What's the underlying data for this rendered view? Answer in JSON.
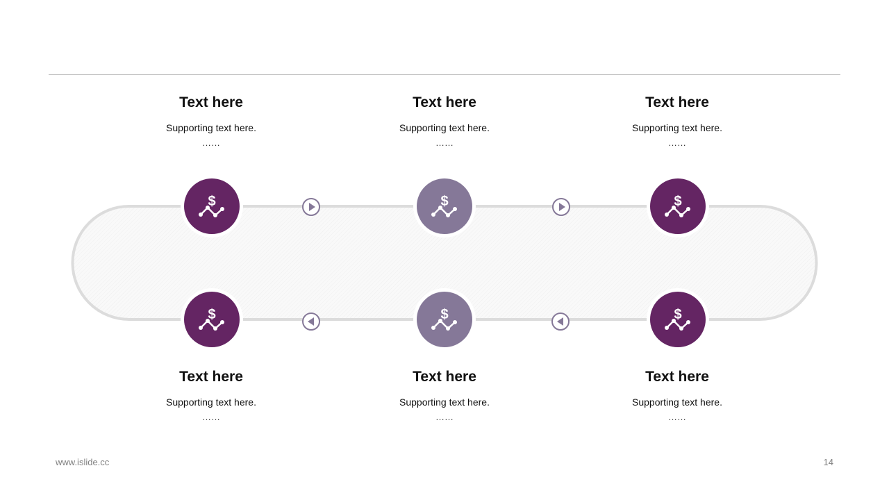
{
  "colors": {
    "dark_purple": "#642563",
    "light_purple": "#857898",
    "track": "#dcdcdc",
    "arrow": "#857898"
  },
  "top_items": [
    {
      "title": "Text here",
      "subtitle": "Supporting text here.",
      "dots": "……",
      "icon": "dollar-chart-icon",
      "tone": "dark"
    },
    {
      "title": "Text here",
      "subtitle": "Supporting text here.",
      "dots": "……",
      "icon": "dollar-chart-icon",
      "tone": "light"
    },
    {
      "title": "Text here",
      "subtitle": "Supporting text here.",
      "dots": "……",
      "icon": "dollar-chart-icon",
      "tone": "dark"
    }
  ],
  "bottom_items": [
    {
      "title": "Text here",
      "subtitle": "Supporting text here.",
      "dots": "……",
      "icon": "dollar-chart-icon",
      "tone": "dark"
    },
    {
      "title": "Text here",
      "subtitle": "Supporting text here.",
      "dots": "……",
      "icon": "dollar-chart-icon",
      "tone": "light"
    },
    {
      "title": "Text here",
      "subtitle": "Supporting text here.",
      "dots": "……",
      "icon": "dollar-chart-icon",
      "tone": "dark"
    }
  ],
  "arrows": {
    "top": [
      "play-right-icon",
      "play-right-icon"
    ],
    "bottom": [
      "play-left-icon",
      "play-left-icon"
    ]
  },
  "footer": {
    "url": "www.islide.cc",
    "page": "14"
  }
}
